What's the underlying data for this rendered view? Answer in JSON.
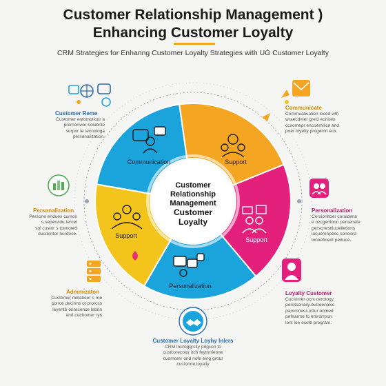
{
  "header": {
    "title_line1": "Customer Relationship Management )",
    "title_line2": "Enhancing Customer Loyalty",
    "subtitle": "CRM Strategies for Enhanng Customer Loyalty Strategies with UĠ Customer Loyalty",
    "accent_color": "#f4a623"
  },
  "center": {
    "lines": [
      "Customer",
      "Relationship",
      "Management",
      "Customer",
      "Loyalty"
    ]
  },
  "segments": [
    {
      "label": "Communication",
      "color": "#1ba3dc",
      "icon": "people-speech-icon"
    },
    {
      "label": "Support",
      "color": "#f4a623",
      "icon": "support-people-icon"
    },
    {
      "label": "Support",
      "color": "#e3217d",
      "icon": "gift-team-icon"
    },
    {
      "label": "Personalization",
      "color": "#1ba3dc",
      "icon": "screens-icon"
    },
    {
      "label": "Support",
      "color": "#f2c41c",
      "icon": "group-icon"
    }
  ],
  "left_items": [
    {
      "title": "Customer Reme",
      "title_color": "#2a6bb0",
      "icon": "chat-network-icon",
      "lines": [
        "Customer entomotionr a",
        "promonvior solubnle",
        "surpor te tecnologa",
        "personalization."
      ]
    },
    {
      "title": "Personalization",
      "title_color": "#d98a00",
      "icon": "globe-chart-icon",
      "lines": [
        "Persone endues curson",
        "s sepervidu tercet",
        "sol custor s tonnoted",
        "ducdontor hurdose."
      ]
    },
    {
      "title": "Admmizaton",
      "title_color": "#d98a00",
      "icon": "server-stack-icon",
      "lines": [
        "Customer rlellatieer s rne",
        "ponce decinns ot prorcss",
        "leyentb onresence lebrin",
        "and cuchomer rys"
      ]
    }
  ],
  "right_items": [
    {
      "title": "Communicate",
      "title_color": "#d98a00",
      "icon": "mail-target-icon",
      "lines": [
        "Commuatisation loced wth",
        "wraecdmer grecl eonoen",
        "ccsomepr encoemilice and",
        "poer loyelty progemrl eox."
      ]
    },
    {
      "title": "Personalization",
      "title_color": "#c0186a",
      "icon": "team-badge-icon",
      "lines": [
        "Cersionltoer coraldens",
        "e nzcgentoon percenate",
        "perscnestliuuelletions",
        "lacuerenpesc sonoord",
        "lonoeficeot peduce."
      ]
    },
    {
      "title": "Loyalty Customer",
      "title_color": "#c0186a",
      "icon": "person-portrait-icon",
      "lines": [
        "Cuctomer ocm cerotogy",
        "perotsonaily eutreenalss",
        "paromness irdur onmed",
        "pefearme fo emrorrpon",
        "lont loe ocole program."
      ]
    }
  ],
  "bottom_item": {
    "title": "Customer Loyalty Loyhy lnlers",
    "icon": "handshake-icon",
    "lines": [
      "CRM lnuroggrsity prigcon to",
      "cuslcorecolor itch feytrmieone",
      "cuomorer ond nofe eing grour",
      "custonne loyalty"
    ]
  }
}
